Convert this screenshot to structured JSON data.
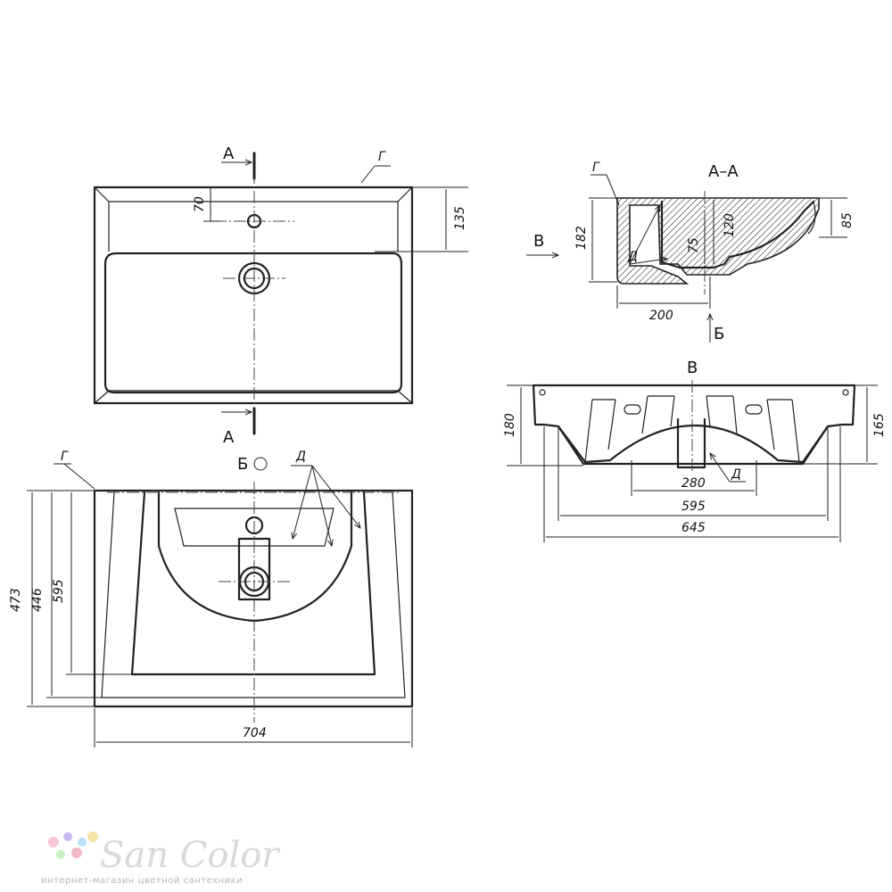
{
  "top_view": {
    "section_label_top": "А",
    "section_label_bottom": "А",
    "edge_label": "Г",
    "dims": {
      "hole_offset": "70",
      "depth_top": "135"
    }
  },
  "front_view": {
    "view_label": "Б",
    "edge_label": "Г",
    "pointer_label": "Д",
    "dims": {
      "h1": "473",
      "h2": "446",
      "h3": "595",
      "width": "704"
    }
  },
  "section_view": {
    "title": "А–А",
    "edge_label": "Г",
    "pointer_label": "Д",
    "view_arrow_label": "В",
    "view_arrow_label_b": "Б",
    "dims": {
      "height": "182",
      "inner": "75",
      "mid": "120",
      "right": "85",
      "base": "200"
    }
  },
  "side_view": {
    "title": "В",
    "pointer_label": "Д",
    "dims": {
      "left_h": "180",
      "right_h": "165",
      "d280": "280",
      "d595": "595",
      "d645": "645"
    }
  },
  "logo": {
    "brand": "San Color",
    "tagline": "интернет-магазин цветной сантехники",
    "dot_colors": [
      "#f7c6d9",
      "#c9b8f0",
      "#b8e0f7",
      "#f7e3a8",
      "#c8f0c0",
      "#f5b8c8"
    ]
  }
}
